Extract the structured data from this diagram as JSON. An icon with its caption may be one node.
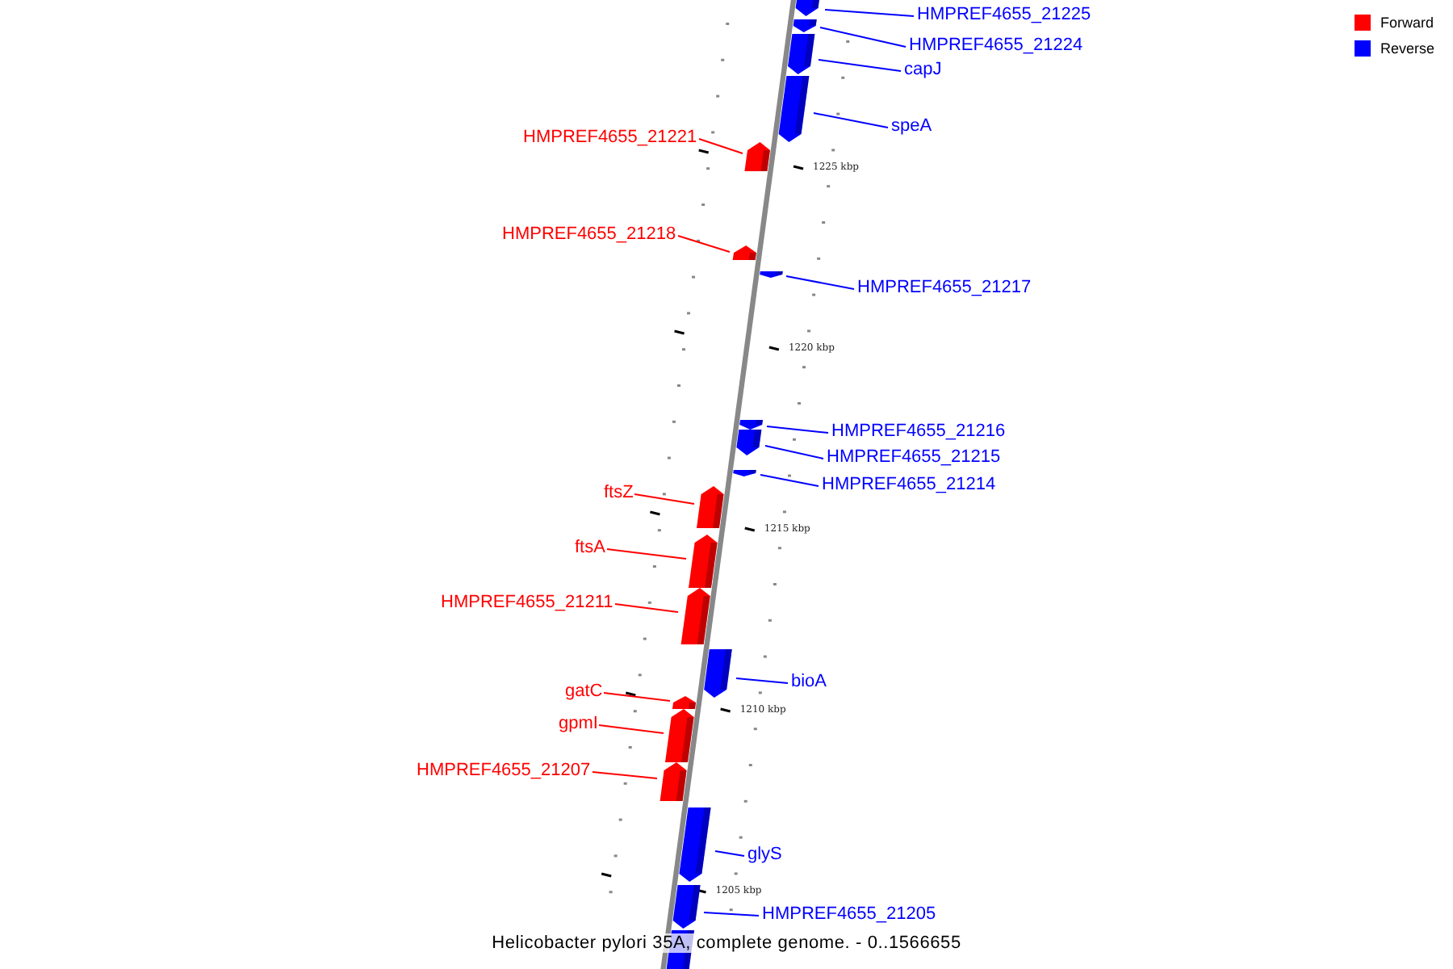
{
  "diagram": {
    "caption": "Helicobacter pylori 35A, complete genome. - 0..1566655",
    "nodes": [
      {
        "text": [
          "HMPREF4655_21225"
        ]
      },
      {
        "text": [],
        "shape": "bar"
      },
      {
        "text": [
          "HMPREF4655_21224"
        ]
      },
      {
        "text": [],
        "shape": "bar"
      },
      {
        "text": [
          "capJ"
        ]
      },
      {
        "text": [],
        "shape": "bar"
      },
      {
        "text": [
          "speA"
        ]
      },
      {
        "text": [],
        "shape": "bar"
      },
      {
        "text": [
          "HMPREF4655_21221"
        ]
      },
      {
        "text": [],
        "shape": "bar"
      },
      {
        "text": [
          "HMPREF4655_21218"
        ]
      },
      {
        "text": [],
        "shape": "bar"
      },
      {
        "text": [
          "HMPREF4655_21217"
        ]
      },
      {
        "text": [],
        "shape": "bar"
      },
      {
        "text": [
          "HMPREF4655_21216"
        ]
      },
      {
        "text": [],
        "shape": "bar"
      },
      {
        "text": [
          "HMPREF4655_21215"
        ]
      },
      {
        "text": [],
        "shape": "bar"
      },
      {
        "text": [
          "HMPREF4655_21214"
        ]
      },
      {
        "text": [],
        "shape": "bar"
      },
      {
        "text": [
          "ftsZ"
        ]
      },
      {
        "text": [],
        "shape": "bar"
      },
      {
        "text": [
          "ftsA"
        ]
      },
      {
        "text": [],
        "shape": "bar"
      },
      {
        "text": [
          "HMPREF4655_21211"
        ]
      },
      {
        "text": [],
        "shape": "bar"
      },
      {
        "text": [
          "bioA"
        ]
      },
      {
        "text": [],
        "shape": "bar"
      },
      {
        "text": [
          "gatC"
        ]
      },
      {
        "text": [],
        "shape": "bar"
      },
      {
        "text": [
          "gpmI"
        ]
      },
      {
        "text": [],
        "shape": "bar"
      },
      {
        "text": [
          "HMPREF4655_21207"
        ]
      },
      {
        "text": [],
        "shape": "bar"
      },
      {
        "text": [
          "glyS"
        ]
      },
      {
        "text": [],
        "shape": "bar"
      },
      {
        "text": [
          "HMPREF4655_21205"
        ]
      },
      {
        "text": [],
        "shape": "bar"
      },
      {
        "text": [],
        "shape": "bar"
      }
    ],
    "edges": [
      {
        "from": 0,
        "to": 1,
        "arrow": "none"
      },
      {
        "from": 2,
        "to": 3,
        "arrow": "none"
      },
      {
        "from": 4,
        "to": 5,
        "arrow": "none"
      },
      {
        "from": 6,
        "to": 7,
        "arrow": "none"
      },
      {
        "from": 8,
        "to": 9,
        "arrow": "none",
        "color": "#ff0000"
      },
      {
        "from": 10,
        "to": 11,
        "arrow": "none",
        "color": "#ff0000"
      },
      {
        "from": 12,
        "to": 13,
        "arrow": "none"
      },
      {
        "from": 14,
        "to": 15,
        "arrow": "none"
      },
      {
        "from": 16,
        "to": 17,
        "arrow": "none"
      },
      {
        "from": 18,
        "to": 19,
        "arrow": "none"
      },
      {
        "from": 20,
        "to": 21,
        "arrow": "none",
        "color": "#ff0000"
      },
      {
        "from": 22,
        "to": 23,
        "arrow": "none",
        "color": "#ff0000"
      },
      {
        "from": 24,
        "to": 25,
        "arrow": "none",
        "color": "#ff0000"
      },
      {
        "from": 26,
        "to": 27,
        "arrow": "none"
      },
      {
        "from": 28,
        "to": 29,
        "arrow": "none",
        "color": "#ff0000"
      },
      {
        "from": 30,
        "to": 31,
        "arrow": "none",
        "color": "#ff0000"
      },
      {
        "from": 32,
        "to": 33,
        "arrow": "none",
        "color": "#ff0000"
      },
      {
        "from": 34,
        "to": 35,
        "arrow": "none"
      },
      {
        "from": 36,
        "to": 37,
        "arrow": "none"
      }
    ],
    "labels": [
      "1225 kbp",
      "1220 kbp",
      "1215 kbp",
      "1210 kbp",
      "1205 kbp"
    ],
    "legend": [
      {
        "text": "Forward",
        "color": "#ff0000"
      },
      {
        "text": "Reverse",
        "color": "#0000ff"
      }
    ]
  }
}
